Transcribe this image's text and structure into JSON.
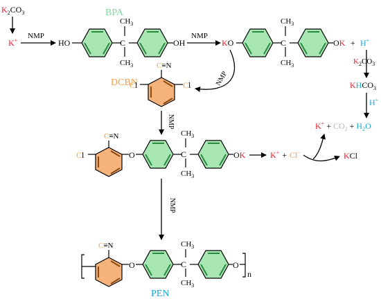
{
  "colors": {
    "black": "#000000",
    "red": "#e8202a",
    "green": "#7ed99a",
    "orange": "#f0a050",
    "blue": "#19a8d8",
    "gray": "#b5b5b5",
    "ring_green": "#a8e6b4",
    "ring_orange": "#f5b27a"
  },
  "labels": {
    "k2co3_top": {
      "k": "K",
      "sub2": "2",
      "co": "CO",
      "sub3": "3"
    },
    "k_plus_top": {
      "k": "K",
      "sup": "+"
    },
    "nmp": "NMP",
    "bpa": "BPA",
    "dcbn": "DCBN",
    "pen": "PEN",
    "ho": "HO",
    "oh": "OH",
    "ch3": "CH",
    "ch3_sub": "3",
    "c": "C",
    "cn": "C≡N",
    "cl": "Cl",
    "o": "O",
    "k": "K",
    "kcl": "KCl",
    "h_plus": {
      "h": "H",
      "sup": "+"
    },
    "plus": "+",
    "k2co3_right": {
      "k": "K",
      "sub2": "2",
      "co": "CO",
      "sub3": "3"
    },
    "khco3": {
      "k": "K",
      "h": "H",
      "co": "CO",
      "sub3": "3"
    },
    "co2": {
      "co": "CO",
      "sub": "2"
    },
    "h2o": {
      "h": "H",
      "sub": "2",
      "o": "O"
    },
    "cl_minus": {
      "cl": "Cl",
      "sup": "−"
    },
    "n_subscript": "n"
  }
}
